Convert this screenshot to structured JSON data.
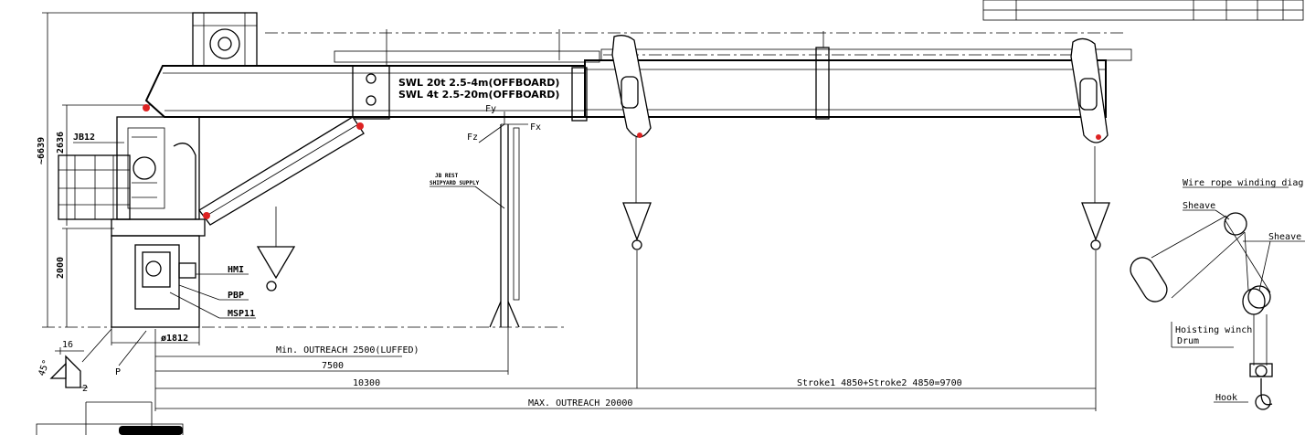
{
  "load_rating": {
    "line1": "SWL 20t 2.5-4m(OFFBOARD)",
    "line2": "SWL  4t  2.5-20m(OFFBOARD)"
  },
  "forces": {
    "fy": "Fy",
    "fz": "Fz",
    "fx": "Fx"
  },
  "components": {
    "jb12": "JB12",
    "hmi": "HMI",
    "pbp": "PBP",
    "msp11": "MSP11",
    "jb_rest_1": "JB REST",
    "jb_rest_2": "SHIPYARD SUPPLY",
    "p": "P"
  },
  "dimensions": {
    "total_height": "~6639",
    "upper_height": "2636",
    "lower_height": "2000",
    "diameter": "ø1812",
    "min_outreach": "Min. OUTREACH 2500(LUFFED)",
    "d7500": "7500",
    "d10300": "10300",
    "stroke": "Stroke1  4850+Stroke2  4850=9700",
    "max_outreach": "MAX. OUTREACH 20000",
    "weld_16": "16",
    "weld_2": "2",
    "weld_45": "45°"
  },
  "winding_diagram": {
    "title": "Wire rope winding diagram",
    "sheave_top": "Sheave",
    "sheave_right": "Sheave",
    "drum_1": "Hoisting winch",
    "drum_2": "Drum",
    "hook": "Hook"
  }
}
